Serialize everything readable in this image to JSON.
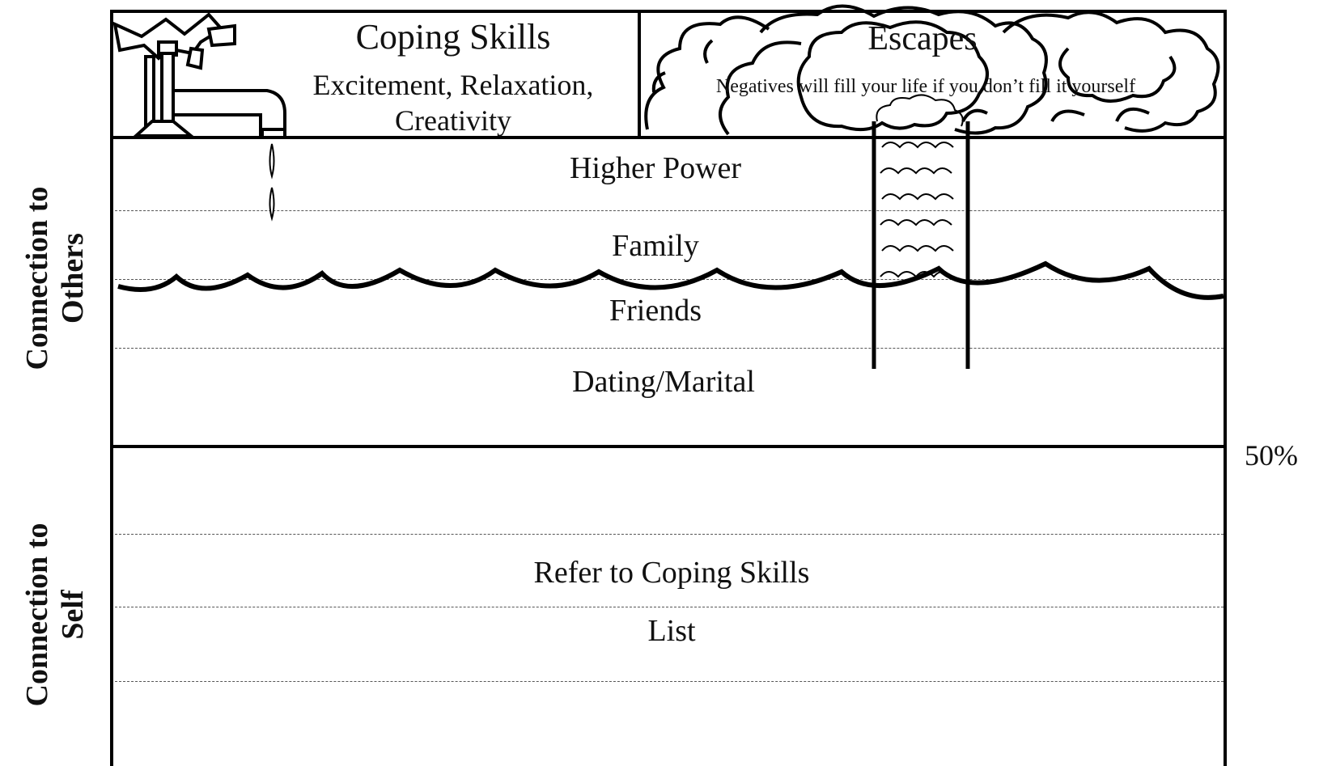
{
  "coping": {
    "title": "Coping Skills",
    "line1": "Excitement, Relaxation,",
    "line2": "Creativity"
  },
  "escapes": {
    "title": "Escapes",
    "subtitle": "Negatives will fill your life if you don’t fill it yourself"
  },
  "levels": {
    "higher_power": "Higher Power",
    "family": "Family",
    "friends": "Friends",
    "dating": "Dating/Marital"
  },
  "self": {
    "line1": "Refer to Coping Skills",
    "line2": "List"
  },
  "side": {
    "others_line1": "Connection to",
    "others_line2": "Others",
    "self_line1": "Connection to",
    "self_line2": "Self"
  },
  "percent": "50%"
}
